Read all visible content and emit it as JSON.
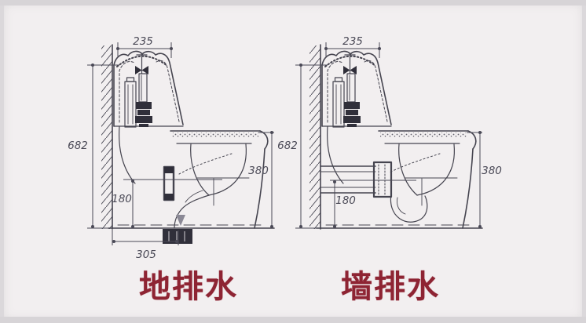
{
  "page": {
    "background_color": "#f2eff0",
    "edge_band_color": "#d7d4d7"
  },
  "drawing_style": {
    "line_color": "#45444f",
    "dark_fill_color": "#302f3a",
    "dimension_text_color": "#4a4956",
    "caption_color": "#8e2433"
  },
  "diagrams": [
    {
      "caption": "地排水",
      "dimensions": {
        "tank_width": "235",
        "overall_height": "682",
        "rim_height": "380",
        "drain_center_height": "180",
        "drain_setback": "305"
      }
    },
    {
      "caption": "墙排水",
      "dimensions": {
        "tank_width": "235",
        "overall_height": "682",
        "rim_height": "380",
        "drain_center_height": "180"
      }
    }
  ]
}
